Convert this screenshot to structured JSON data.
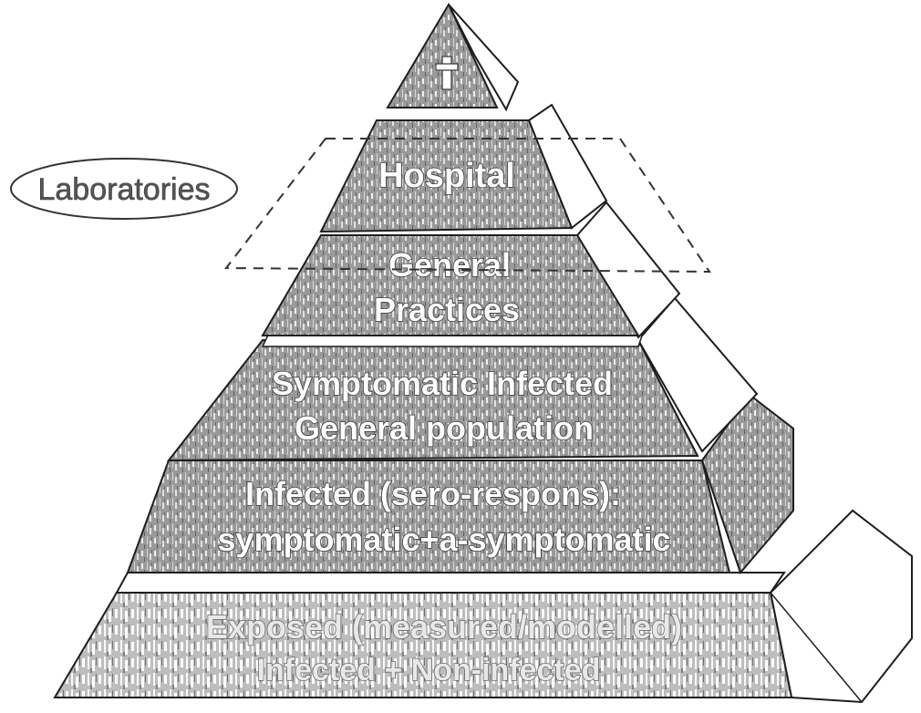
{
  "diagram": {
    "labs_label": "Laboratories",
    "tiers": [
      {
        "id": "death",
        "icon": "cross-icon"
      },
      {
        "id": "hospital",
        "lines": [
          "Hospital"
        ]
      },
      {
        "id": "general-practices",
        "lines": [
          "General",
          "Practices"
        ]
      },
      {
        "id": "symptomatic",
        "lines": [
          "Symptomatic Infected",
          "General population"
        ]
      },
      {
        "id": "infected",
        "lines": [
          "Infected (sero-respons):",
          "symptomatic+a-symptomatic"
        ]
      },
      {
        "id": "exposed",
        "lines": [
          "Exposed (measured/modelled)",
          "Infected + Non-infected"
        ]
      }
    ],
    "colors": {
      "front": "#8a8a8a",
      "front_light": "#a3a3a3",
      "side": "#ffffff",
      "outline": "#1e1e1e",
      "dash": "#333333"
    }
  }
}
